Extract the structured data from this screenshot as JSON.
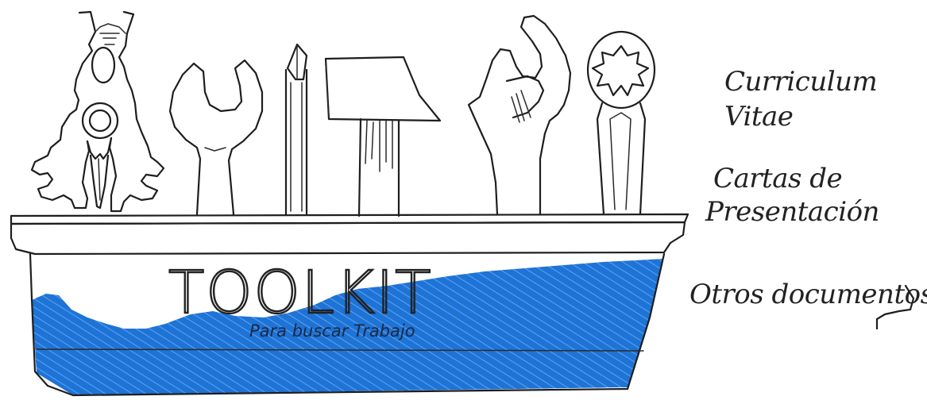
{
  "toolbox": {
    "title": "TOOLKIT",
    "subtitle": "Para buscar Trabajo",
    "water_color": "#1e73d6"
  },
  "labels": {
    "curriculum_line1": "Curriculum",
    "curriculum_line2": "Vitae",
    "cartas_line1": "Cartas de",
    "cartas_line2": "Presentación",
    "otros": "Otros documentos"
  },
  "icons": [
    "pliers-icon",
    "wrench-icon",
    "screwdriver-icon",
    "hammer-icon",
    "adjustable-wrench-icon",
    "ring-wrench-icon"
  ]
}
